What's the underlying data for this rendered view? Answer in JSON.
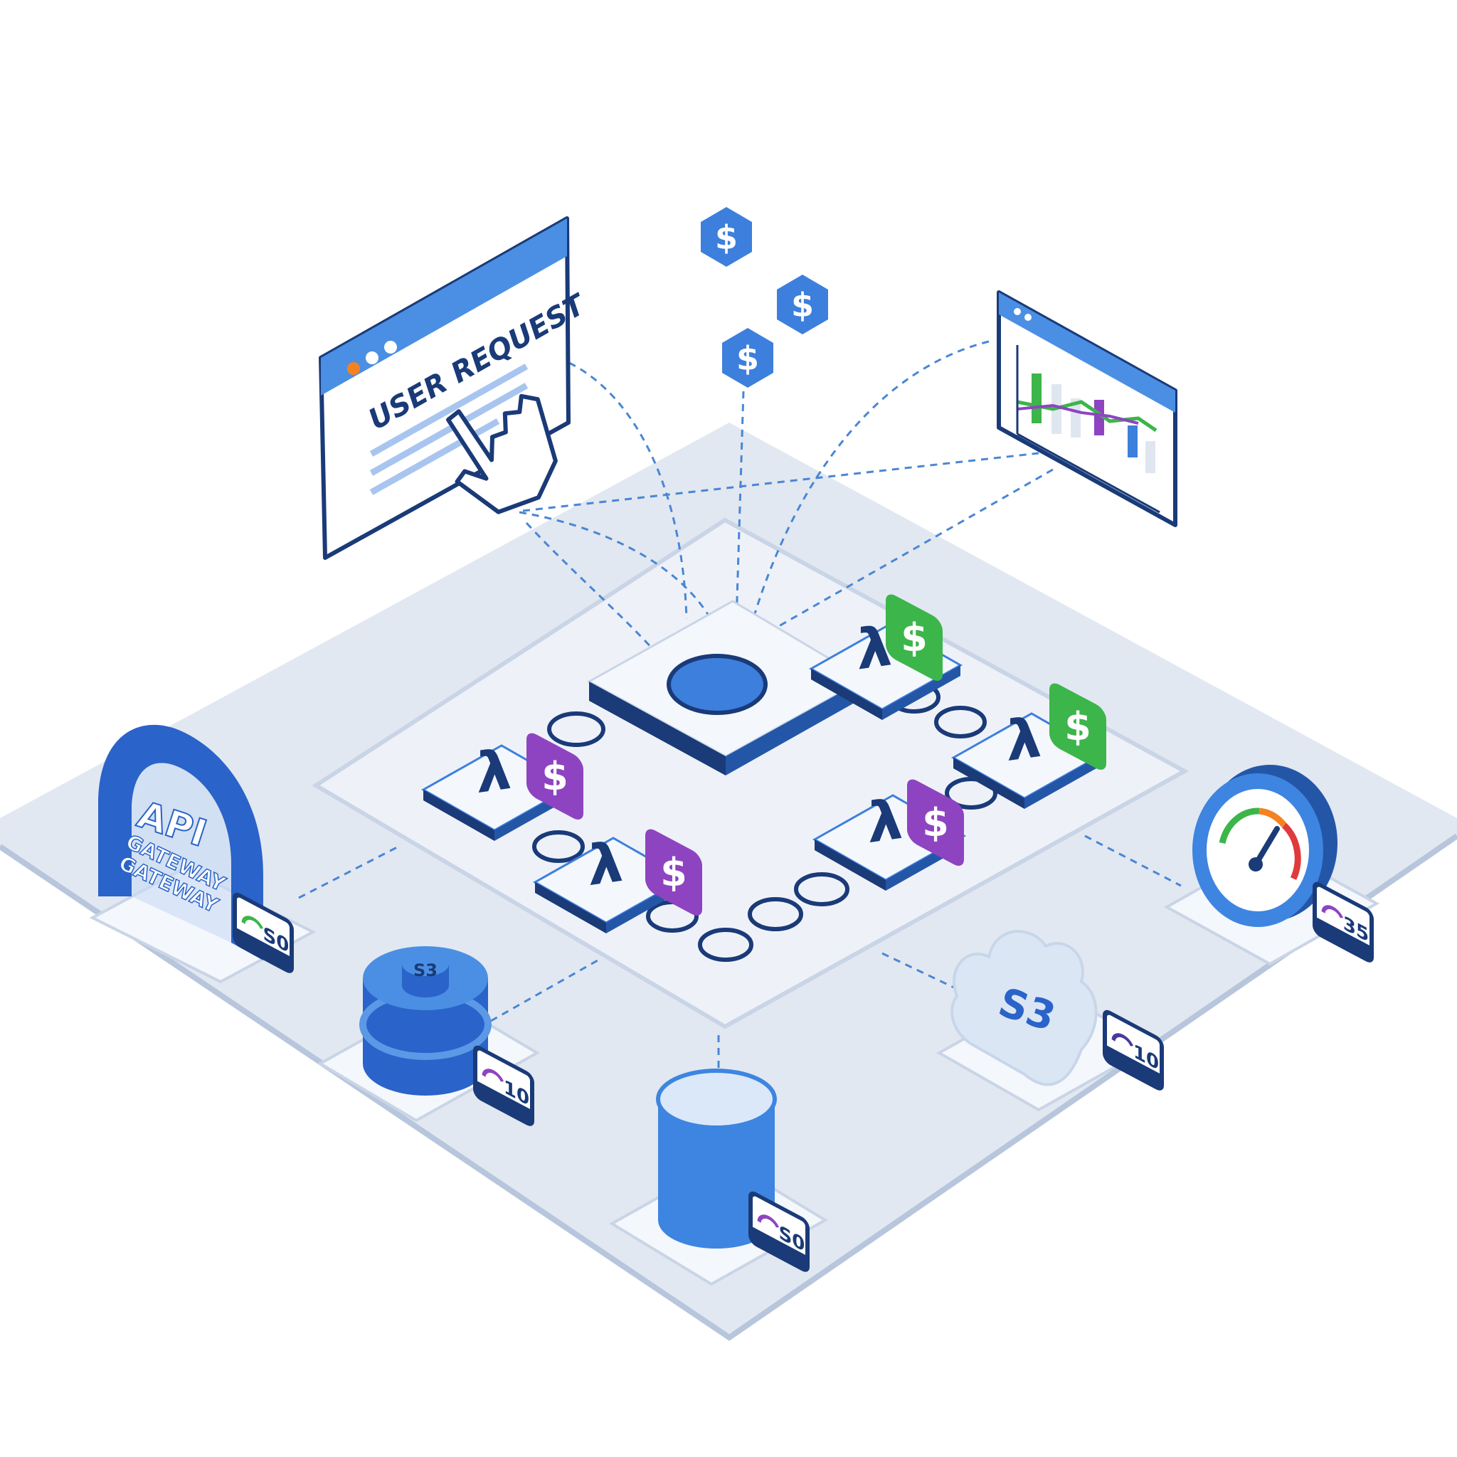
{
  "browser": {
    "title": "USER REQUEST",
    "dot_colors": [
      "#f58220",
      "#ffffff",
      "#ffffff"
    ]
  },
  "currency_hexes": [
    {
      "symbol": "$"
    },
    {
      "symbol": "$"
    },
    {
      "symbol": "$"
    }
  ],
  "lambdas": [
    {
      "symbol": "λ",
      "cost": "$",
      "cost_color": "#8e44c0"
    },
    {
      "symbol": "λ",
      "cost": "$",
      "cost_color": "#8e44c0"
    },
    {
      "symbol": "λ",
      "cost": "$",
      "cost_color": "#8e44c0"
    },
    {
      "symbol": "λ",
      "cost": "$",
      "cost_color": "#3cb54a"
    },
    {
      "symbol": "λ",
      "cost": "$",
      "cost_color": "#3cb54a"
    }
  ],
  "services": {
    "api_gateway": {
      "title": "API",
      "subtitle": "GATEWAY",
      "subtitle_echo": "GATEWAY",
      "badge": "S0"
    },
    "database": {
      "label": "S3",
      "badge": "10"
    },
    "bucket": {
      "badge": "S0"
    },
    "cloud_storage": {
      "label": "S3",
      "badge": "10"
    },
    "gauge": {
      "badge": "35"
    }
  },
  "colors": {
    "primary": "#3d7fdc",
    "dark": "#1a3a78",
    "purple": "#8e44c0",
    "green": "#3cb54a",
    "floor": "#e2e8f1"
  }
}
